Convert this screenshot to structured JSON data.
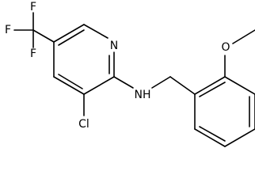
{
  "atoms": {
    "f_top": "F",
    "f_left": "F",
    "f_bottom": "F",
    "n_pyridine": "N",
    "nh_amine": "NH",
    "o_methoxy": "O",
    "cl": "Cl"
  },
  "colors": {
    "bond": "#000000",
    "label": "#000000",
    "background": "#ffffff"
  }
}
